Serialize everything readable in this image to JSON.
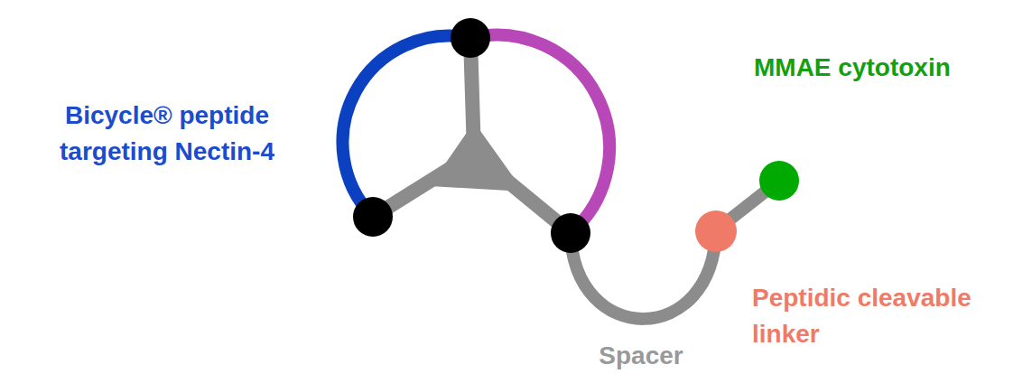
{
  "diagram": {
    "labels": [
      "MMAE cytotoxin",
      "Bicycle® peptide targeting Nectin-4",
      "Peptidic cleavable linker",
      "Spacer"
    ]
  }
}
